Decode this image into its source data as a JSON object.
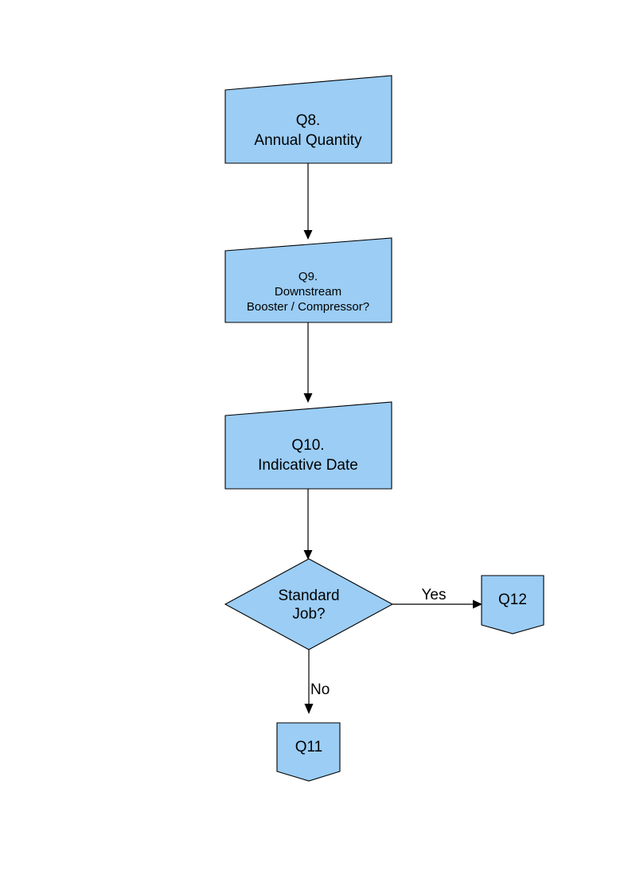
{
  "diagram": {
    "type": "flowchart",
    "background_color": "#ffffff",
    "node_fill_color": "#9BCDF5",
    "node_stroke_color": "#000000",
    "text_color": "#000000",
    "nodes": [
      {
        "id": "q8",
        "shape": "slanted-top-quadrilateral",
        "lines": [
          "Q8.",
          "Annual Quantity"
        ],
        "line1": "Q8.",
        "line2": "Annual Quantity"
      },
      {
        "id": "q9",
        "shape": "slanted-top-quadrilateral",
        "lines": [
          "Q9.",
          "Downstream",
          "Booster / Compressor?"
        ],
        "line1": "Q9.",
        "line2": "Downstream",
        "line3": "Booster / Compressor?"
      },
      {
        "id": "q10",
        "shape": "slanted-top-quadrilateral",
        "lines": [
          "Q10.",
          "Indicative Date"
        ],
        "line1": "Q10.",
        "line2": "Indicative Date"
      },
      {
        "id": "decision",
        "shape": "diamond",
        "lines": [
          "Standard",
          "Job?"
        ],
        "line1": "Standard",
        "line2": "Job?"
      },
      {
        "id": "q12",
        "shape": "shield-pennant",
        "lines": [
          "Q12"
        ],
        "line1": "Q12"
      },
      {
        "id": "q11",
        "shape": "shield-pennant",
        "lines": [
          "Q11"
        ],
        "line1": "Q11"
      }
    ],
    "edges": [
      {
        "id": "q8-q9",
        "from": "q8",
        "to": "q9",
        "label": ""
      },
      {
        "id": "q9-q10",
        "from": "q9",
        "to": "q10",
        "label": ""
      },
      {
        "id": "q10-dec",
        "from": "q10",
        "to": "decision",
        "label": ""
      },
      {
        "id": "dec-q12",
        "from": "decision",
        "to": "q12",
        "label": "Yes"
      },
      {
        "id": "dec-q11",
        "from": "decision",
        "to": "q11",
        "label": "No"
      }
    ]
  }
}
